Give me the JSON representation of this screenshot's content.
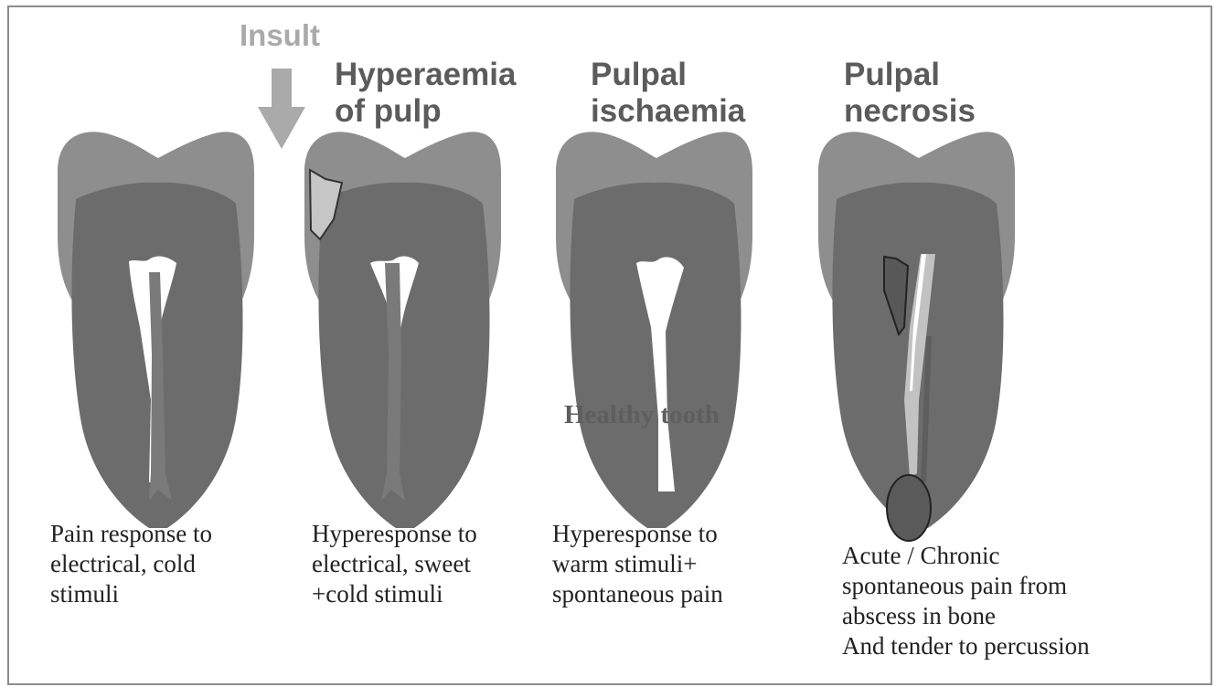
{
  "insult": {
    "label": "Insult",
    "color": "#aaaaaa"
  },
  "overlay_label": "Healthy tooth",
  "colors": {
    "enamel": "#8e8e8e",
    "dentine": "#6c6c6c",
    "pulp_light": "#ffffff",
    "pulp_dark": "#7a7a7a",
    "caries": "#c6c6c6",
    "necrotic_pulp": "#c2c2c2",
    "abscess": "#5a5a5a"
  },
  "stages": [
    {
      "id": "healthy",
      "title": "",
      "caption": "Pain response to\nelectrical, cold\nstimuli"
    },
    {
      "id": "hyperaemia",
      "title": "Hyperaemia\nof pulp",
      "caption": "Hyperesponse to\nelectrical, sweet\n+cold stimuli"
    },
    {
      "id": "ischaemia",
      "title": "Pulpal\nischaemia",
      "caption": "Hyperesponse to\nwarm stimuli+\nspontaneous pain"
    },
    {
      "id": "necrosis",
      "title": "Pulpal\nnecrosis",
      "caption": "Acute / Chronic\nspontaneous pain from\nabscess in bone\nAnd tender to percussion"
    }
  ]
}
